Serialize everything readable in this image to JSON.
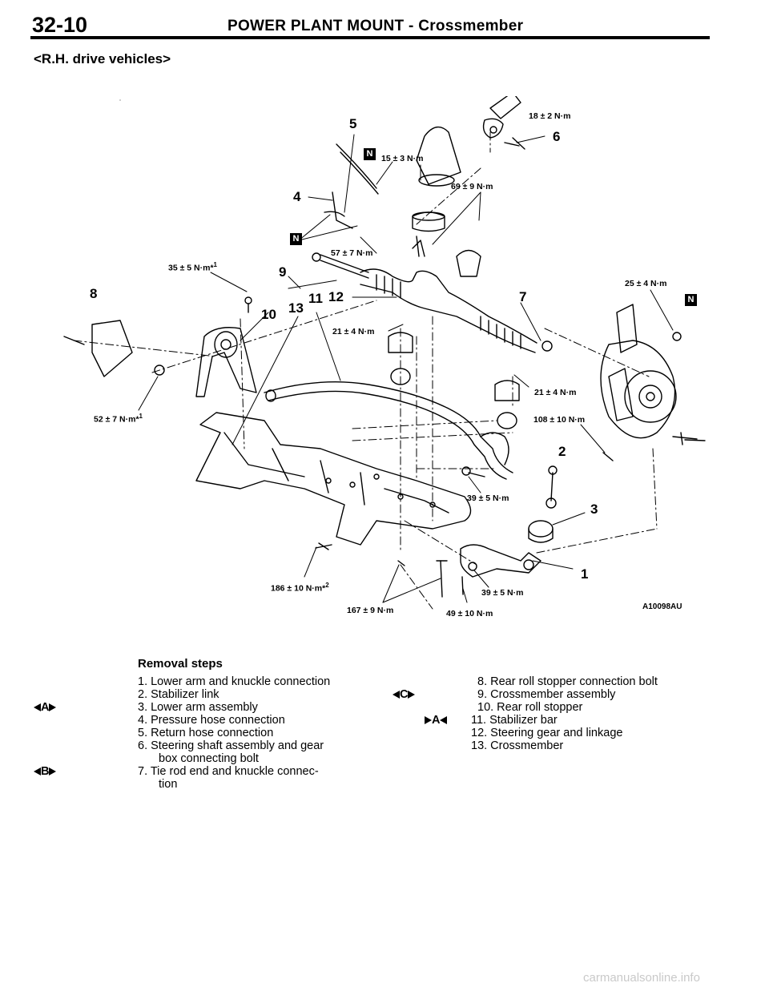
{
  "header": {
    "page_number": "32-10",
    "title": "POWER PLANT MOUNT - Crossmember",
    "subheading": "<R.H. drive vehicles>"
  },
  "diagram": {
    "figure_code": "A10098AU",
    "badge": "N",
    "callouts": [
      "1",
      "2",
      "3",
      "4",
      "5",
      "6",
      "7",
      "8",
      "9",
      "10",
      "11",
      "12",
      "13"
    ],
    "torques": {
      "t18": "18 ± 2 N·m",
      "t15": "15 ± 3 N·m",
      "t69": "69 ± 9 N·m",
      "t57": "57 ± 7 N·m",
      "t35": "35 ± 5 N·m*",
      "t35_sup": "1",
      "t25": "25 ± 4 N·m",
      "t21a": "21 ± 4 N·m",
      "t21b": "21 ± 4 N·m",
      "t108": "108 ± 10 N·m",
      "t52": "52 ± 7 N·m*",
      "t52_sup": "1",
      "t39a": "39 ± 5 N·m",
      "t39b": "39 ± 5 N·m",
      "t186": "186 ± 10 N·m*",
      "t186_sup": "2",
      "t167": "167 ± 9 N·m",
      "t49": "49 ± 10 N·m"
    }
  },
  "removal": {
    "heading": "Removal steps",
    "left_steps": [
      {
        "text": "1. Lower arm and knuckle connection",
        "mark": ""
      },
      {
        "text": "2. Stabilizer link",
        "mark": ""
      },
      {
        "text": "3. Lower arm assembly",
        "mark": "A"
      },
      {
        "text": "4. Pressure hose connection",
        "mark": ""
      },
      {
        "text": "5. Return hose connection",
        "mark": ""
      },
      {
        "text": "6. Steering shaft assembly and gear",
        "cont": "box connecting bolt",
        "mark": ""
      },
      {
        "text": "7. Tie rod end and knuckle connec-",
        "cont": "tion",
        "mark": "B"
      }
    ],
    "right_steps": [
      {
        "text": "8. Rear roll stopper connection bolt",
        "mark": ""
      },
      {
        "text": "9. Crossmember assembly",
        "mark": "C"
      },
      {
        "text": "10. Rear roll stopper",
        "mark": ""
      },
      {
        "text": "11. Stabilizer bar",
        "mark": "A",
        "mark_dir": "in"
      },
      {
        "text": "12. Steering gear and linkage",
        "mark": ""
      },
      {
        "text": "13. Crossmember",
        "mark": ""
      }
    ]
  },
  "footer": {
    "watermark": "carmanualsonline.info"
  }
}
